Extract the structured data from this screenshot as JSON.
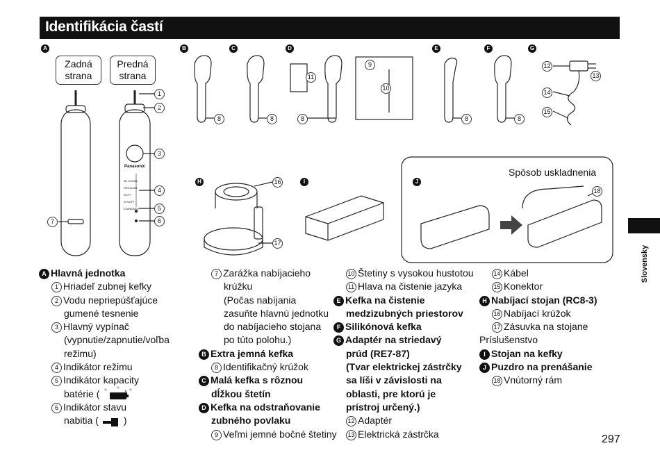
{
  "title": "Identifikácia častí",
  "side_label": "Slovensky",
  "page_number": "297",
  "figure": {
    "bubble_back": "Zadná strana",
    "bubble_front": "Predná strana",
    "storage_title": "Spôsob uskladnenia",
    "brand": "Panasonic",
    "mode_labels": [
      "3D CLEAN",
      "REGULAR",
      "SOFT",
      "W SOFT",
      "STANDARD"
    ]
  },
  "col1": [
    {
      "marker": "A",
      "text": "Hlavná jednotka",
      "bold": true
    },
    {
      "num": "1",
      "text": "Hriadeľ zubnej kefky"
    },
    {
      "num": "2",
      "text": "Vodu nepriepúšťajúce"
    },
    {
      "text": "gumené tesnenie",
      "indent": true
    },
    {
      "num": "3",
      "text": "Hlavný vypínač"
    },
    {
      "text": "(vypnutie/zapnutie/voľba",
      "indent": true
    },
    {
      "text": "režimu)",
      "indent": true
    },
    {
      "num": "4",
      "text": "Indikátor režimu"
    },
    {
      "num": "5",
      "text": "Indikátor kapacity"
    },
    {
      "text": "batérie (",
      "suffix": ")",
      "icon": "battery-icon",
      "indent": true
    },
    {
      "num": "6",
      "text": "Indikátor stavu"
    },
    {
      "text": "nabitia (",
      "suffix": ")",
      "icon": "plug-icon",
      "indent": true
    }
  ],
  "col2": [
    {
      "num": "7",
      "text": "Zarážka nabíjacieho"
    },
    {
      "text": "krúžku",
      "indent": true
    },
    {
      "text": "(Počas nabíjania",
      "indent": true
    },
    {
      "text": "zasuňte hlavnú jednotku",
      "indent": true
    },
    {
      "text": "do nabíjacieho stojana",
      "indent": true
    },
    {
      "text": "po túto polohu.)",
      "indent": true
    },
    {
      "marker": "B",
      "text": "Extra jemná kefka",
      "bold": true
    },
    {
      "num": "8",
      "text": "Identifikačný krúžok"
    },
    {
      "marker": "C",
      "text": "Malá kefka s rôznou",
      "bold": true
    },
    {
      "text": "dĺžkou štetín",
      "bold": true,
      "indent": true
    },
    {
      "marker": "D",
      "text": "Kefka na odstraňovanie",
      "bold": true
    },
    {
      "text": "zubného povlaku",
      "bold": true,
      "indent": true
    },
    {
      "num": "9",
      "text": "Veľmi jemné bočné štetiny"
    }
  ],
  "col3": [
    {
      "num": "10",
      "text": "Štetiny s vysokou hustotou"
    },
    {
      "num": "11",
      "text": "Hlava na čistenie jazyka"
    },
    {
      "marker": "E",
      "text": "Kefka na čistenie",
      "bold": true
    },
    {
      "text": "medzizubných priestorov",
      "bold": true,
      "indent": true
    },
    {
      "marker": "F",
      "text": "Silikónová kefka",
      "bold": true
    },
    {
      "marker": "G",
      "text": "Adaptér na striedavý",
      "bold": true
    },
    {
      "text": "prúd (RE7-87)",
      "bold": true,
      "indent": true
    },
    {
      "text": "(Tvar elektrickej zástrčky",
      "bold": true,
      "indent": true
    },
    {
      "text": "sa líši v závislosti na",
      "bold": true,
      "indent": true
    },
    {
      "text": "oblasti, pre ktorú je",
      "bold": true,
      "indent": true
    },
    {
      "text": "prístroj určený.)",
      "bold": true,
      "indent": true
    },
    {
      "num": "12",
      "text": "Adaptér"
    },
    {
      "num": "13",
      "text": "Elektrická zástrčka"
    }
  ],
  "col4": [
    {
      "num": "14",
      "text": "Kábel"
    },
    {
      "num": "15",
      "text": "Konektor"
    },
    {
      "marker": "H",
      "text": "Nabíjací stojan (RC8-3)",
      "bold": true
    },
    {
      "num": "16",
      "text": "Nabíjací krúžok"
    },
    {
      "num": "17",
      "text": "Zásuvka na stojane"
    },
    {
      "text": "Príslušenstvo",
      "flush": true
    },
    {
      "marker": "I",
      "text": "Stojan na kefky",
      "bold": true
    },
    {
      "marker": "J",
      "text": "Puzdro na prenášanie",
      "bold": true
    },
    {
      "num": "18",
      "text": "Vnútorný rám"
    }
  ],
  "callouts": [
    "1",
    "2",
    "3",
    "4",
    "5",
    "6",
    "7",
    "8",
    "9",
    "10",
    "11",
    "12",
    "13",
    "14",
    "15",
    "16",
    "17",
    "18"
  ],
  "panel_markers": [
    "A",
    "B",
    "C",
    "D",
    "E",
    "F",
    "G",
    "H",
    "I",
    "J"
  ]
}
